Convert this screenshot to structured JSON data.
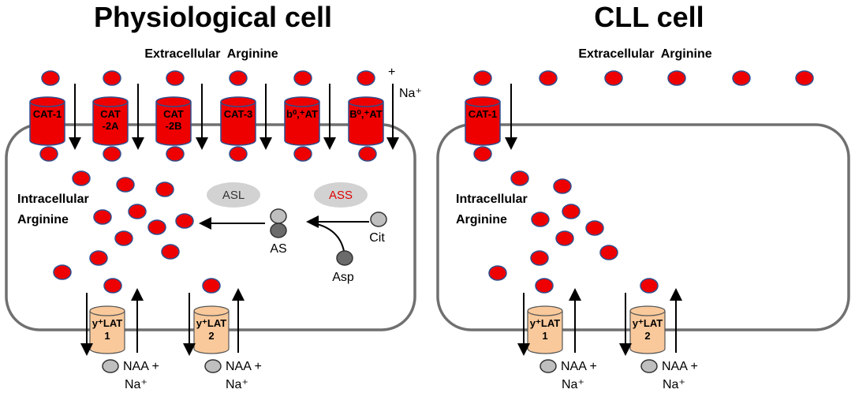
{
  "colors": {
    "arginine": "#ee0000",
    "arginine_stroke": "#2f4f8f",
    "transporter_red": "#ee0000",
    "transporter_orange": "#f9c99b",
    "membrane": "#707070",
    "enzyme_fill": "#d2d2d2",
    "ass_text": "#e00000",
    "gray_metabolite": "#bfbfbf",
    "dark_metabolite": "#6b6b6b"
  },
  "physiological": {
    "title": "Physiological cell",
    "extracellular": "Extracellular  Arginine",
    "intracellular_line1": "Intracellular",
    "intracellular_line2": "Arginine",
    "transporters": [
      {
        "line1": "CAT-1",
        "line2": ""
      },
      {
        "line1": "CAT",
        "line2": "-2A"
      },
      {
        "line1": "CAT",
        "line2": "-2B"
      },
      {
        "line1": "CAT-3",
        "line2": ""
      },
      {
        "line1": "b⁰,⁺AT",
        "line2": ""
      },
      {
        "line1": "B⁰,⁺AT",
        "line2": ""
      }
    ],
    "plus_sign": "+",
    "na_label": "Na⁺",
    "enzymes": {
      "asl": "ASL",
      "ass": "ASS"
    },
    "metabolites": {
      "as": "AS",
      "cit": "Cit",
      "asp": "Asp"
    },
    "ylat": [
      {
        "line1": "y⁺LAT",
        "line2": "1",
        "naa": "NAA +",
        "na": "Na⁺"
      },
      {
        "line1": "y⁺LAT",
        "line2": "2",
        "naa": "NAA +",
        "na": "Na⁺"
      }
    ]
  },
  "cll": {
    "title": "CLL cell",
    "extracellular": "Extracellular  Arginine",
    "intracellular_line1": "Intracellular",
    "intracellular_line2": "Arginine",
    "transporter": {
      "line1": "CAT-1"
    },
    "ylat": [
      {
        "line1": "y⁺LAT",
        "line2": "1",
        "naa": "NAA +",
        "na": "Na⁺"
      },
      {
        "line1": "y⁺LAT",
        "line2": "2",
        "naa": "NAA +",
        "na": "Na⁺"
      }
    ]
  }
}
